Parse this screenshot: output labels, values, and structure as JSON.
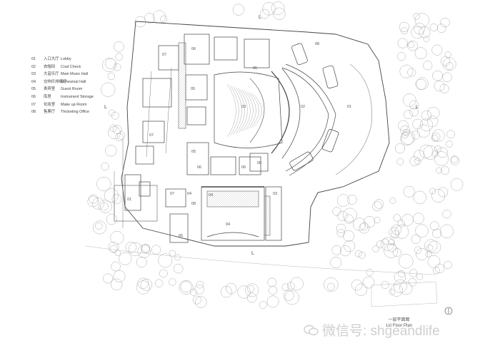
{
  "legend": [
    {
      "num": "01",
      "zh": "入口大厅",
      "en": "Lobby"
    },
    {
      "num": "02",
      "zh": "衣帽间",
      "en": "Coat Check"
    },
    {
      "num": "03",
      "zh": "大音乐厅",
      "en": "Main Music Hall"
    },
    {
      "num": "04",
      "zh": "交响乐排练厅",
      "en": "Rehearsal Hall"
    },
    {
      "num": "05",
      "zh": "贵宾室",
      "en": "Guest Room"
    },
    {
      "num": "06",
      "zh": "库房",
      "en": "Instrument Storage"
    },
    {
      "num": "07",
      "zh": "化妆室",
      "en": "Make up Room"
    },
    {
      "num": "08",
      "zh": "售票厅",
      "en": "Thicketing Office"
    }
  ],
  "room_labels": {
    "r01_lobby": "01",
    "r01_west": "01",
    "r02": "02",
    "r03": "03",
    "r04": "04",
    "r04_small": "04",
    "r04_small_e": "04",
    "r05_a": "05",
    "r05_b": "05",
    "r05_c": "05",
    "r06_a": "06",
    "r06_b": "06",
    "r06_c": "06",
    "r06_d": "06",
    "r06_e": "06",
    "r07_a": "07",
    "r07_b": "07",
    "r07_c": "07",
    "r08": "08",
    "r08_ticket": "08",
    "r03_small": "03"
  },
  "section_marker": "L",
  "caption": {
    "zh": "一层平面图",
    "en": "1st Floor Plan"
  },
  "watermark": "微信号: shgeandlife"
}
